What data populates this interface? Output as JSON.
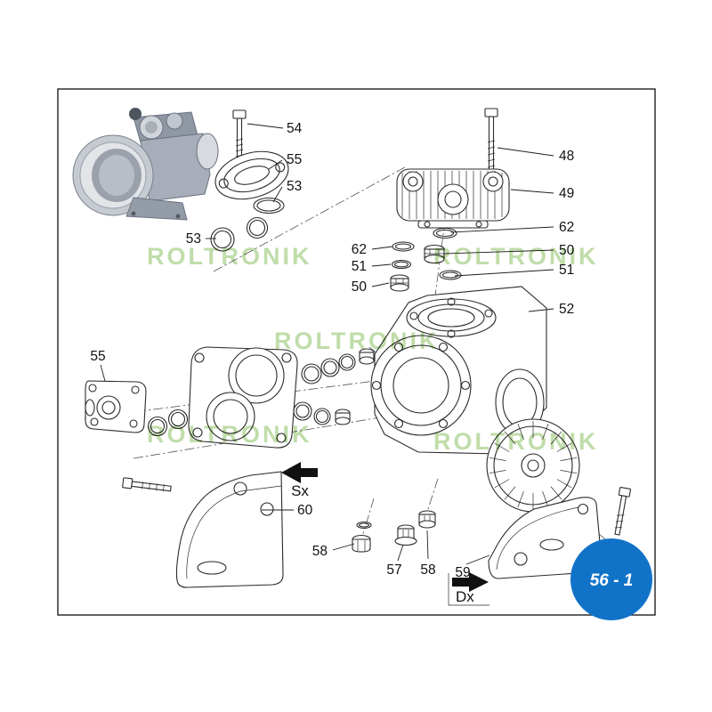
{
  "diagram": {
    "badge_label": "56 - 1",
    "watermark_text": "ROLTRONIK",
    "direction": {
      "sx": "Sx",
      "dx": "Dx"
    },
    "colors": {
      "badge_blue": "#1173c8",
      "watermark_green": "#b5d79b",
      "line": "#2b2b2b"
    },
    "callouts": [
      {
        "label": "54"
      },
      {
        "label": "55"
      },
      {
        "label": "53"
      },
      {
        "label": "53"
      },
      {
        "label": "48"
      },
      {
        "label": "49"
      },
      {
        "label": "62"
      },
      {
        "label": "50"
      },
      {
        "label": "51"
      },
      {
        "label": "52"
      },
      {
        "label": "62"
      },
      {
        "label": "51"
      },
      {
        "label": "50"
      },
      {
        "label": "55"
      },
      {
        "label": "60"
      },
      {
        "label": "58"
      },
      {
        "label": "57"
      },
      {
        "label": "58"
      },
      {
        "label": "59"
      }
    ]
  }
}
